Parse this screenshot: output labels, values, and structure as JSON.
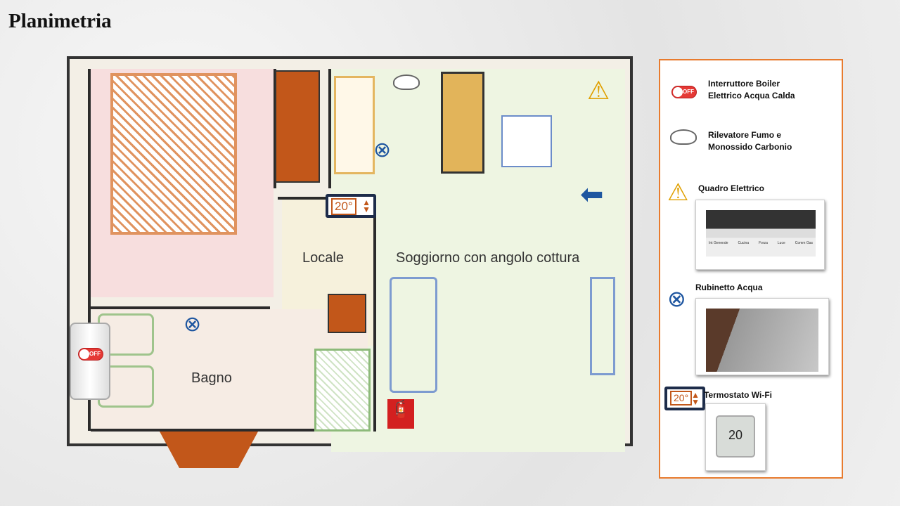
{
  "title": "Planimetria",
  "rooms": {
    "locale": "Locale",
    "soggiorno": "Soggiorno con angolo cottura",
    "bagno": "Bagno"
  },
  "plan_widgets": {
    "thermostat_value": "20°",
    "boiler_toggle": "OFF"
  },
  "legend": {
    "items": [
      {
        "icon": "toggle-off-icon",
        "label": "Interruttore Boiler Elettrico Acqua Calda",
        "toggle_text": "OFF"
      },
      {
        "icon": "smoke-detector-icon",
        "label": "Rilevatore Fumo e Monossido Carbonio"
      },
      {
        "icon": "electric-hazard-icon",
        "label": "Quadro Elettrico",
        "photo_labels": [
          "Int Generale",
          "Cucina",
          "Forza",
          "Luce",
          "Comm Gas"
        ]
      },
      {
        "icon": "water-valve-icon",
        "label": "Rubinetto Acqua"
      },
      {
        "icon": "thermostat-icon",
        "label": "Termostato Wi-Fi",
        "thermostat_value": "20°"
      }
    ]
  },
  "colors": {
    "bedroom": "#f7dede",
    "living": "#eef5e2",
    "accent_brown": "#c2571a",
    "legend_border": "#e87b2e",
    "navy": "#1d2c4a",
    "blue_icon": "#1e56a0"
  }
}
